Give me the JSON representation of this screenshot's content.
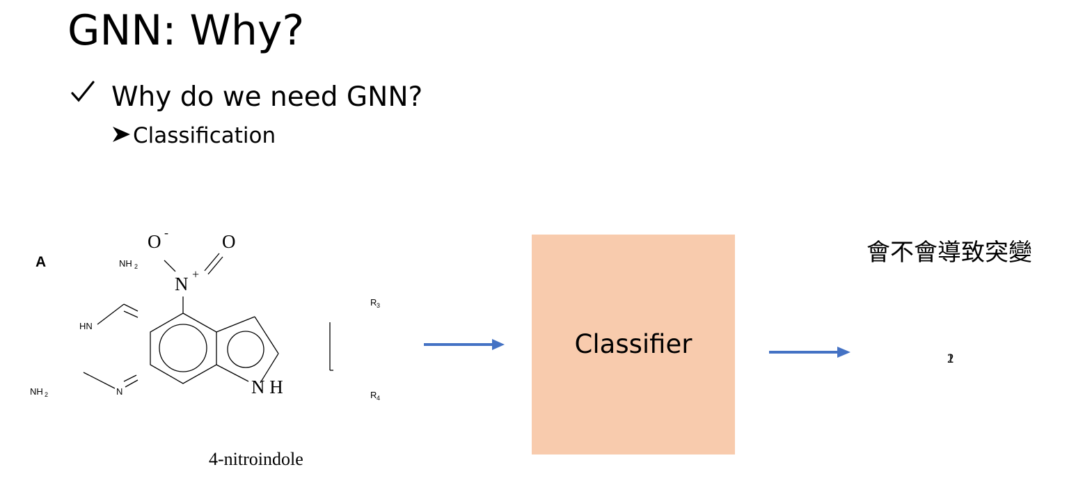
{
  "title": "GNN: Why?",
  "bullet": {
    "text": "Why do we need GNN?"
  },
  "sub_bullet": {
    "text": "Classification"
  },
  "molecule": {
    "panel_letter": "A",
    "caption": "4-nitroindole",
    "labels": {
      "o_minus": "O",
      "o_minus_charge": "-",
      "o": "O",
      "n_plus": "N",
      "n_plus_charge": "+",
      "nh2_top": "NH",
      "nh2_top_sub": "2",
      "hn": "HN",
      "nh2_bottom": "NH",
      "nh2_bottom_sub": "2",
      "n_ring": "N",
      "nh": "N H",
      "r3": "R",
      "r3_sub": "3",
      "r4": "R",
      "r4_sub": "4"
    }
  },
  "classifier": {
    "label": "Classifier"
  },
  "output": {
    "question": "會不會導致突變",
    "digit_a": "1",
    "digit_b": "2"
  },
  "colors": {
    "arrow": "#4472c4",
    "classifier_fill": "#f8cbad"
  }
}
